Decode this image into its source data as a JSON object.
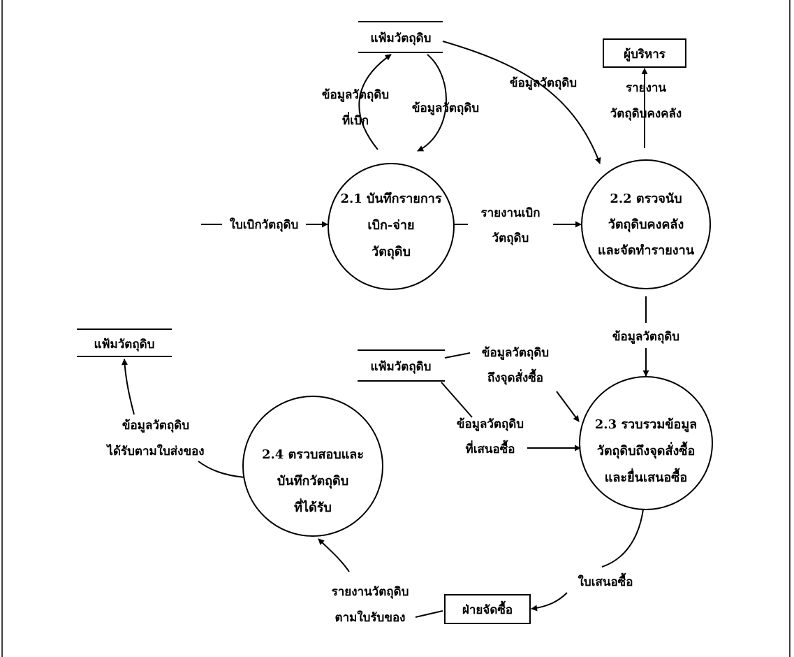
{
  "diagram": {
    "processes": [
      {
        "id": "p21",
        "lines": [
          "2.1 บันทึกรายการ",
          "เบิก-จ่าย",
          "วัตถุดิบ"
        ]
      },
      {
        "id": "p22",
        "lines": [
          "2.2 ตรวจนับ",
          "วัตถุดิบคงคลัง",
          "และจัดทำรายงาน"
        ]
      },
      {
        "id": "p23",
        "lines": [
          "2.3 รวบรวมข้อมูล",
          "วัตถุดิบถึงจุดสั่งซื้อ",
          "และยื่นเสนอซื้อ"
        ]
      },
      {
        "id": "p24",
        "lines": [
          "2.4 ตรวบสอบและ",
          "บันทึกวัตถุดิบ",
          "ที่ได้รับ"
        ]
      }
    ],
    "datastores": [
      {
        "id": "ds_top",
        "label": "แฟ้มวัตถุดิบ"
      },
      {
        "id": "ds_mid",
        "label": "แฟ้มวัตถุดิบ"
      },
      {
        "id": "ds_left",
        "label": "แฟ้มวัตถุดิบ"
      }
    ],
    "entities": [
      {
        "id": "executive",
        "label": "ผู้บริหาร"
      },
      {
        "id": "purchasing",
        "label": "ฝ่ายจัดซื้อ"
      }
    ],
    "flows": [
      {
        "id": "f_issued",
        "lines": [
          "ข้อมูลวัตถุดิบ",
          "ที่เบิก"
        ]
      },
      {
        "id": "f_ds_to_p21",
        "lines": [
          "ข้อมูลวัตถุดิบ"
        ]
      },
      {
        "id": "f_ds_to_p22",
        "lines": [
          "ข้อมูลวัตถุดิบ"
        ]
      },
      {
        "id": "f_report_exec",
        "lines": [
          "รายงาน",
          "วัตถุดิบคงคลัง"
        ]
      },
      {
        "id": "f_requisition",
        "lines": [
          "ใบเบิกวัตถุดิบ"
        ]
      },
      {
        "id": "f_issue_report",
        "lines": [
          "รายงานเบิก",
          "วัตถุดิบ"
        ]
      },
      {
        "id": "f_p22_to_p23",
        "lines": [
          "ข้อมูลวัตถุดิบ"
        ]
      },
      {
        "id": "f_reorder",
        "lines": [
          "ข้อมูลวัตถุดิบ",
          "ถึงจุดสั่งซื้อ"
        ]
      },
      {
        "id": "f_proposed",
        "lines": [
          "ข้อมูลวัตถุดิบ",
          "ที่เสนอซื้อ"
        ]
      },
      {
        "id": "f_received",
        "lines": [
          "ข้อมูลวัตถุดิบ",
          "ได้รับตามใบส่งของ"
        ]
      },
      {
        "id": "f_po",
        "lines": [
          "ใบเสนอซื้อ"
        ]
      },
      {
        "id": "f_receipt_report",
        "lines": [
          "รายงานวัตถุดิบ",
          "ตามใบรับของ"
        ]
      }
    ]
  }
}
